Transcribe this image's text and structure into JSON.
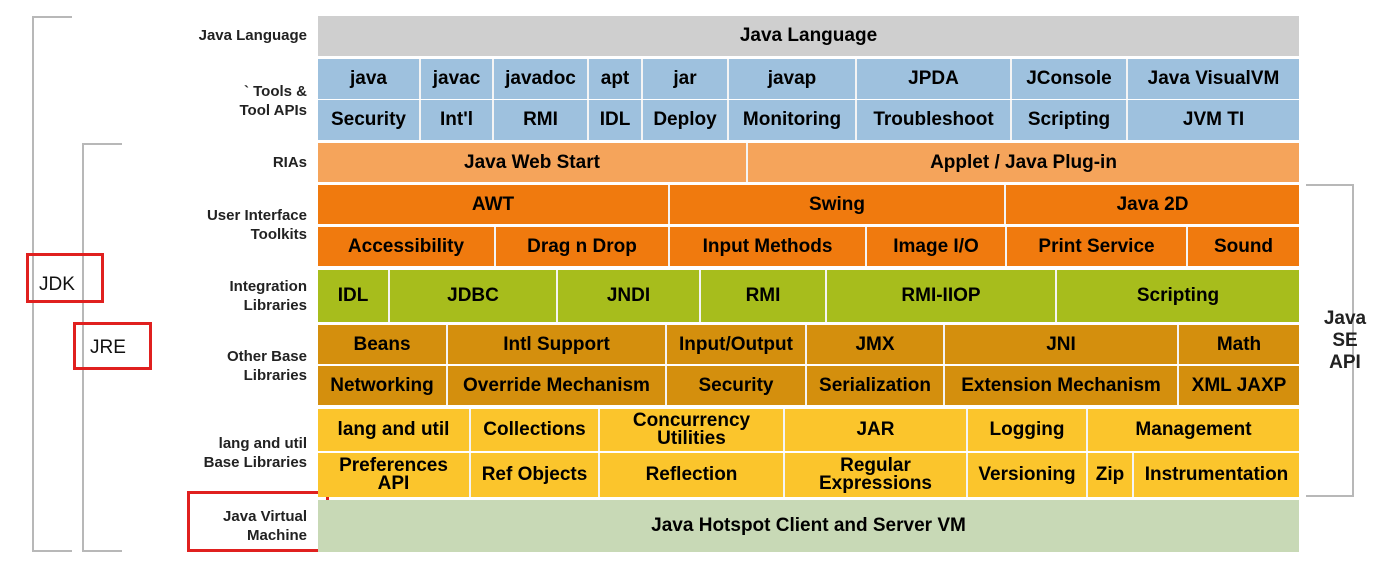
{
  "colors": {
    "language": "#cfcfcf",
    "tools": "#9ec1de",
    "rias": "#f5a45b",
    "ui": "#f07a0e",
    "integration": "#a7bd1c",
    "other_base": "#d48f0d",
    "lang_util": "#fbc52c",
    "jvm": "#c8d9b6",
    "red": "#e0201f",
    "bracket": "#b8b8b8"
  },
  "brackets": {
    "jdk_label": "JDK",
    "jre_label": "JRE",
    "java_se_api_label": "Java\nSE\nAPI"
  },
  "layers": [
    {
      "label": "Java Language",
      "rows": [
        [
          "Java Language"
        ]
      ]
    },
    {
      "label": "` Tools &\nTool APIs",
      "rows": [
        [
          "java",
          "javac",
          "javadoc",
          "apt",
          "jar",
          "javap",
          "JPDA",
          "JConsole",
          "Java VisualVM"
        ],
        [
          "Security",
          "Int'l",
          "RMI",
          "IDL",
          "Deploy",
          "Monitoring",
          "Troubleshoot",
          "Scripting",
          "JVM TI"
        ]
      ]
    },
    {
      "label": "RIAs",
      "rows": [
        [
          "Java Web Start",
          "Applet / Java Plug-in"
        ]
      ]
    },
    {
      "label": "User Interface\nToolkits",
      "rows": [
        [
          "AWT",
          "Swing",
          "Java 2D"
        ],
        [
          "Accessibility",
          "Drag n Drop",
          "Input Methods",
          "Image I/O",
          "Print Service",
          "Sound"
        ]
      ]
    },
    {
      "label": "Integration\nLibraries",
      "rows": [
        [
          "IDL",
          "JDBC",
          "JNDI",
          "RMI",
          "RMI-IIOP",
          "Scripting"
        ]
      ]
    },
    {
      "label": "Other Base\nLibraries",
      "rows": [
        [
          "Beans",
          "Intl Support",
          "Input/Output",
          "JMX",
          "JNI",
          "Math"
        ],
        [
          "Networking",
          "Override Mechanism",
          "Security",
          "Serialization",
          "Extension Mechanism",
          "XML JAXP"
        ]
      ]
    },
    {
      "label": "lang and util\nBase Libraries",
      "rows": [
        [
          "lang and util",
          "Collections",
          "Concurrency\nUtilities",
          "JAR",
          "Logging",
          "Management"
        ],
        [
          "Preferences\nAPI",
          "Ref Objects",
          "Reflection",
          "Regular\nExpressions",
          "Versioning",
          "Zip",
          "Instrumentation"
        ]
      ]
    },
    {
      "label": "Java Virtual\nMachine",
      "rows": [
        [
          "Java Hotspot Client and Server VM"
        ]
      ]
    }
  ]
}
